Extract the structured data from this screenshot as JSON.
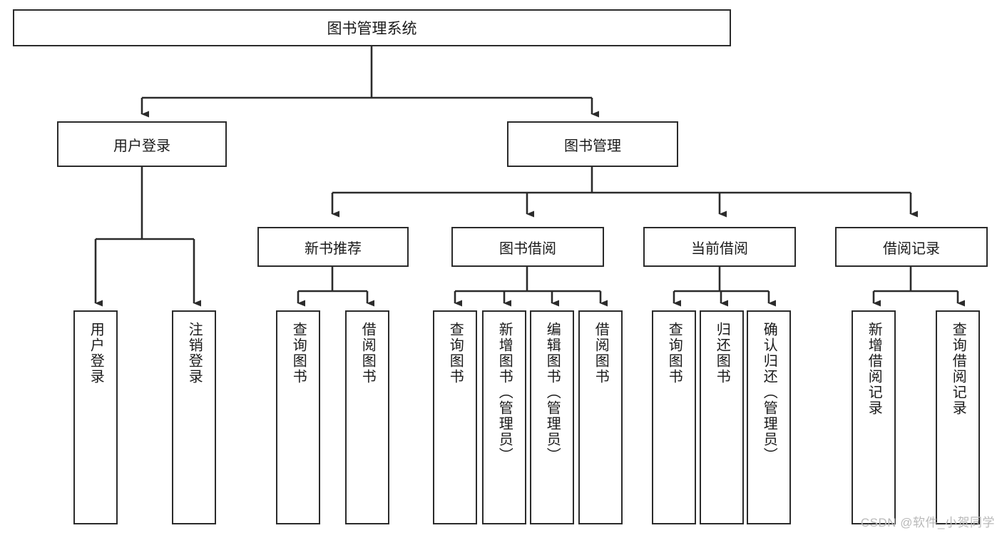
{
  "diagram": {
    "title": "图书管理系统",
    "type": "tree-hierarchy",
    "root": {
      "id": "root",
      "label": "图书管理系统"
    },
    "level2": [
      {
        "id": "user-login",
        "label": "用户登录"
      },
      {
        "id": "book-management",
        "label": "图书管理"
      }
    ],
    "level3": [
      {
        "id": "new-book-recommend",
        "label": "新书推荐"
      },
      {
        "id": "book-borrow",
        "label": "图书借阅"
      },
      {
        "id": "current-borrow",
        "label": "当前借阅"
      },
      {
        "id": "borrow-record",
        "label": "借阅记录"
      }
    ],
    "leaves": {
      "user_login": [
        {
          "id": "leaf-user-login",
          "label": "用户登录"
        },
        {
          "id": "leaf-logout-login",
          "label": "注销登录"
        }
      ],
      "new_book_recommend": [
        {
          "id": "leaf-query-book-1",
          "label": "查询图书"
        },
        {
          "id": "leaf-borrow-book-1",
          "label": "借阅图书"
        }
      ],
      "book_borrow": [
        {
          "id": "leaf-query-book-2",
          "label": "查询图书"
        },
        {
          "id": "leaf-add-book",
          "label": "新增图书（管理员）"
        },
        {
          "id": "leaf-edit-book",
          "label": "编辑图书（管理员）"
        },
        {
          "id": "leaf-borrow-book-2",
          "label": "借阅图书"
        }
      ],
      "current_borrow": [
        {
          "id": "leaf-query-book-3",
          "label": "查询图书"
        },
        {
          "id": "leaf-return-book",
          "label": "归还图书"
        },
        {
          "id": "leaf-confirm-return",
          "label": "确认归还（管理员）"
        }
      ],
      "borrow_record": [
        {
          "id": "leaf-add-record",
          "label": "新增借阅记录"
        },
        {
          "id": "leaf-query-record",
          "label": "查询借阅记录"
        }
      ]
    },
    "colors": {
      "stroke": "#2b2b2b",
      "fill": "#ffffff",
      "text": "#1a1a1a",
      "watermark": "#b9b9b9"
    }
  },
  "watermark": {
    "text": "CSDN @软件_小贺同学"
  }
}
